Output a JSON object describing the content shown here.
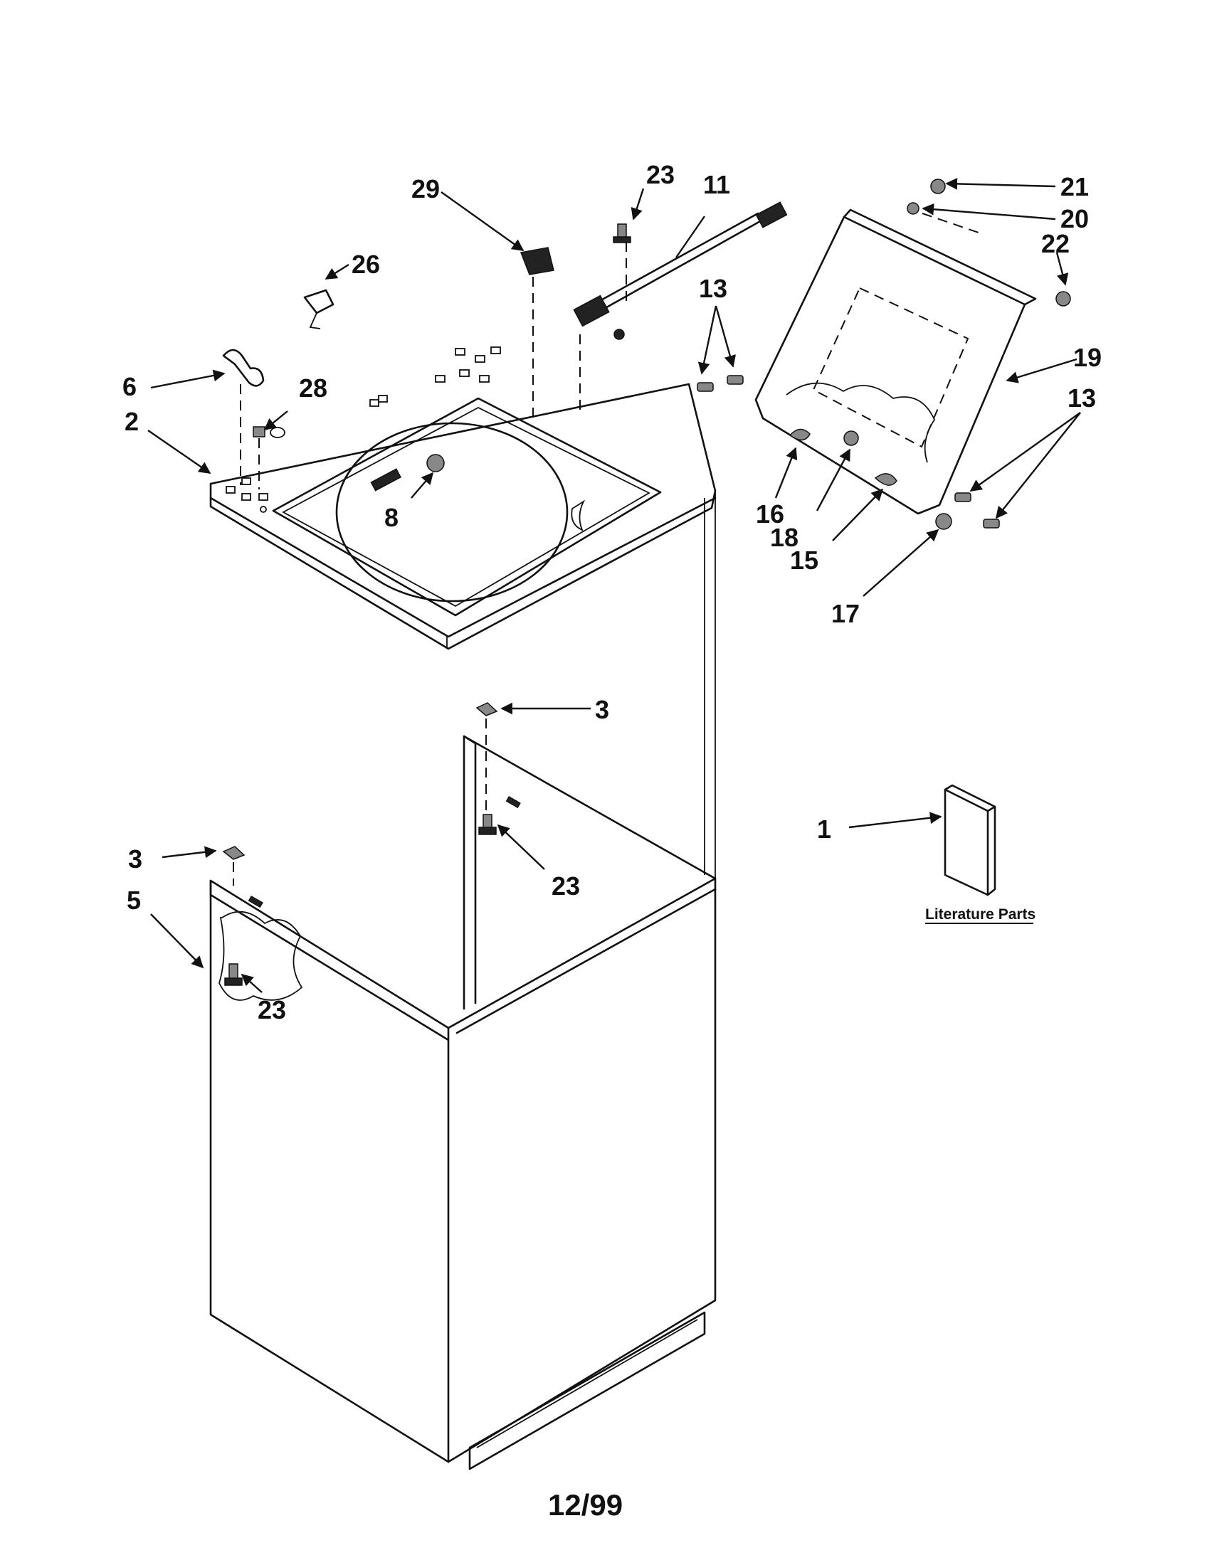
{
  "diagram": {
    "date_code": "12/99",
    "literature_caption": "Literature Parts",
    "callouts": {
      "c1": "1",
      "c2": "2",
      "c3a": "3",
      "c3b": "3",
      "c5": "5",
      "c6": "6",
      "c8": "8",
      "c11": "11",
      "c13a": "13",
      "c13b": "13",
      "c15": "15",
      "c16": "16",
      "c17": "17",
      "c18": "18",
      "c19": "19",
      "c20": "20",
      "c21": "21",
      "c22": "22",
      "c23a": "23",
      "c23b": "23",
      "c23c": "23",
      "c26": "26",
      "c28": "28",
      "c29": "29"
    }
  }
}
